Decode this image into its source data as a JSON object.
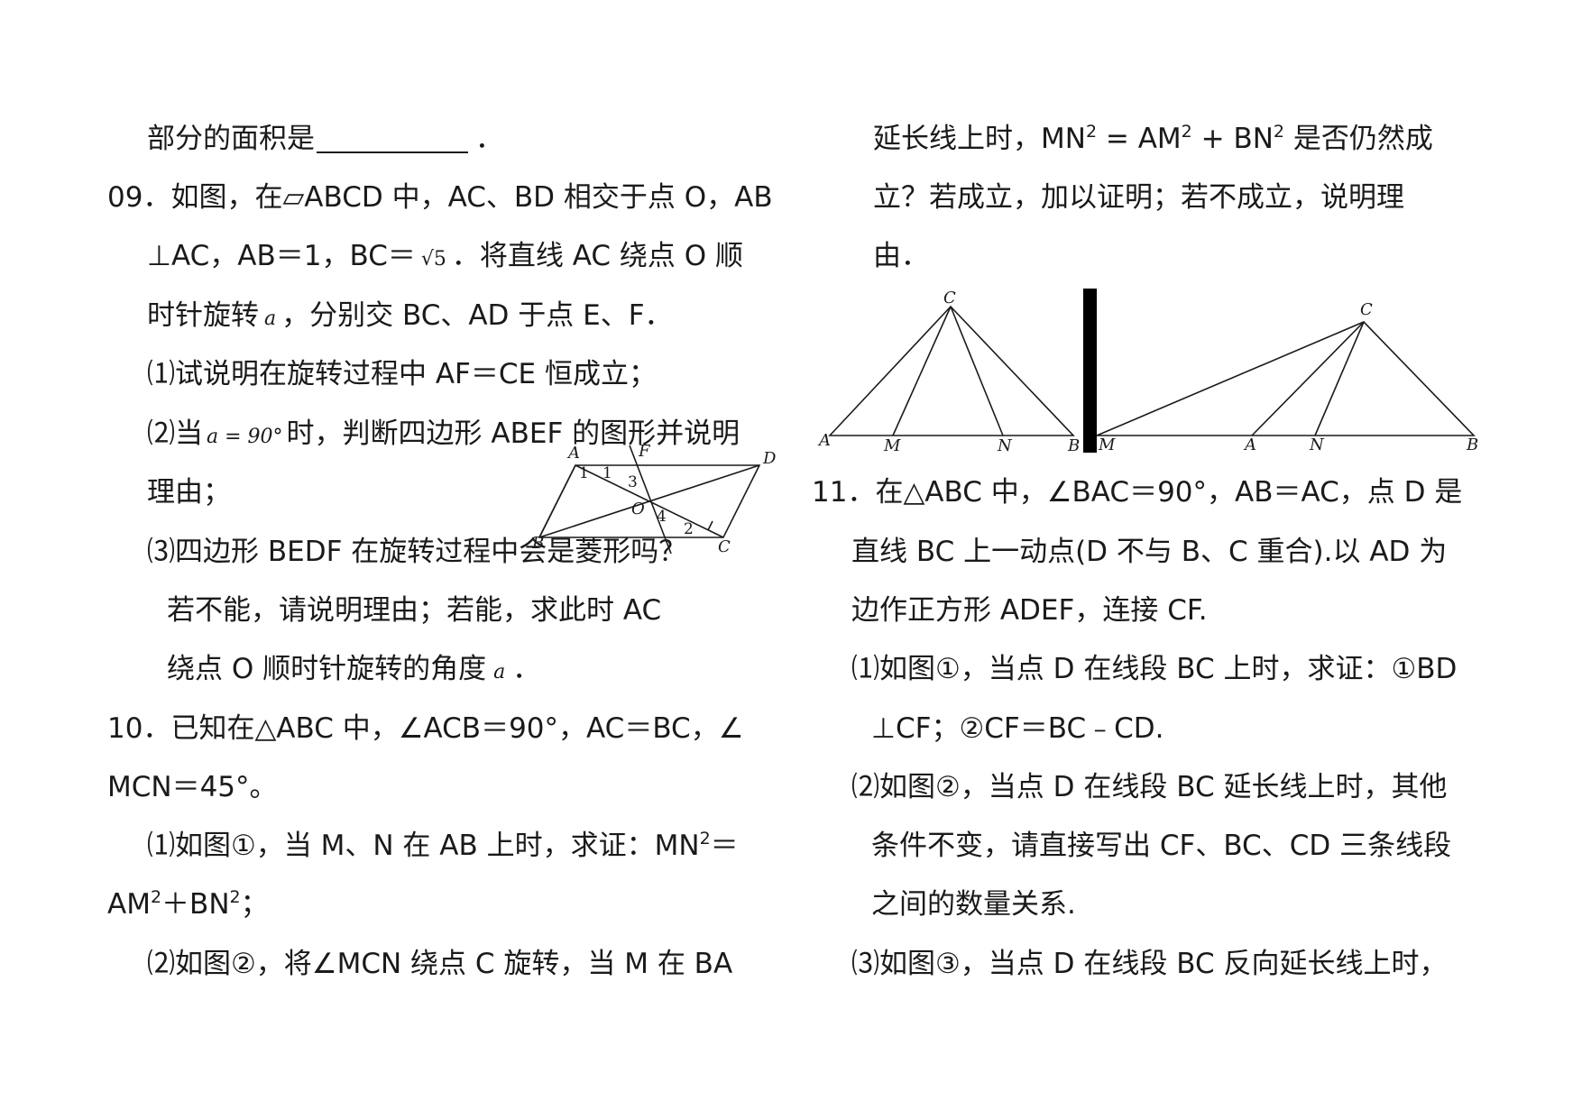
{
  "left": {
    "l0": {
      "text": "部分的面积是",
      "end": "．"
    },
    "p09": {
      "l1": "09．如图，在▱ABCD 中，AC、BD 相交于点 O，AB",
      "l2a": "⊥AC，AB＝1，BC＝",
      "sqrt": "√5",
      "l2b": "．将直线 AC 绕点 O 顺",
      "l3a": "时针旋转",
      "alpha": "a",
      "l3b": "，分别交 BC、AD 于点 E、F．",
      "q1": "⑴试说明在旋转过程中 AF＝CE 恒成立；",
      "q2a": "⑵当",
      "q2alpha": "a = 90°",
      "q2b": "时，判断四边形 ABEF 的图形并说明",
      "q2c": "理由；",
      "q3a": "⑶四边形 BEDF 在旋转过程中会是菱形吗？",
      "q3b": "若不能，请说明理由；若能，求此时 AC",
      "q3c": "绕点 O 顺时针旋转的角度",
      "q3alpha": "a",
      "q3end": "．"
    },
    "p10": {
      "l1": "10．已知在△ABC 中，∠ACB＝90°，AC＝BC，∠",
      "l2": "MCN＝45°。",
      "q1a": "⑴如图①，当 M、N 在 AB 上时，求证：MN",
      "q1b": "＝",
      "q1c": "AM",
      "q1d": "＋BN",
      "q1e": "；",
      "sup2": "2",
      "q2": "⑵如图②，将∠MCN 绕点 C 旋转，当 M 在 BA"
    }
  },
  "right": {
    "r1a": "延长线上时，MN",
    "r1b": " = AM",
    "r1c": " + BN",
    "r1d": " 是否仍然成",
    "r2": "立？若成立，加以证明；若不成立，说明理",
    "r3": "由．",
    "p11": {
      "l1": "11．在△ABC 中，∠BAC＝90°，AB＝AC，点 D 是",
      "l2": "直线 BC 上一动点(D 不与 B、C 重合).以 AD 为",
      "l3": "边作正方形 ADEF，连接 CF.",
      "q1a": "⑴如图①，当点 D 在线段 BC 上时，求证：①BD",
      "q1b": "⊥CF；②CF＝BC﹣CD.",
      "q2a": "⑵如图②，当点 D 在线段 BC 延长线上时，其他",
      "q2b": "条件不变，请直接写出 CF、BC、CD 三条线段",
      "q2c": "之间的数量关系.",
      "q3": "⑶如图③，当点 D 在线段 BC 反向延长线上时，"
    }
  },
  "fig_parallelogram": {
    "labels": {
      "A": "A",
      "F": "F",
      "D": "D",
      "O": "O",
      "B": "B",
      "C": "C"
    },
    "angles": {
      "a1": "1",
      "a1b": "1",
      "a2": "2",
      "a3": "3",
      "a4": "4"
    }
  },
  "fig_triangle1": {
    "labels": {
      "C": "C",
      "A": "A",
      "M": "M",
      "N": "N",
      "B": "B"
    }
  },
  "fig_triangle2": {
    "labels": {
      "C": "C",
      "M": "M",
      "A": "A",
      "N": "N",
      "B": "B"
    }
  }
}
